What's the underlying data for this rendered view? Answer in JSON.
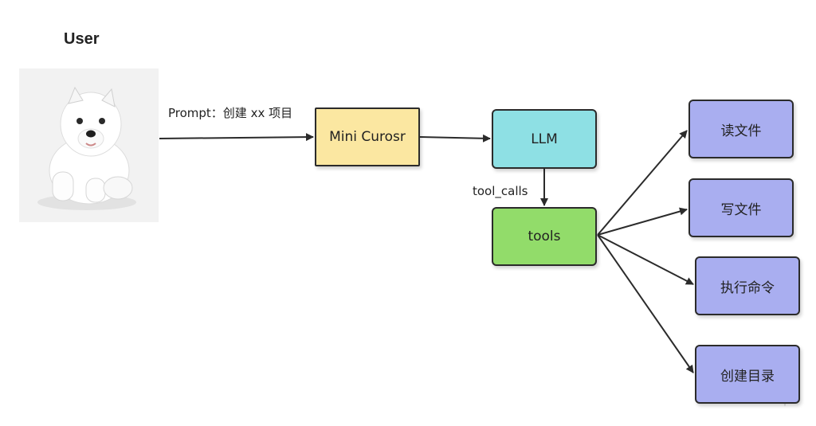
{
  "user": {
    "title": "User"
  },
  "edges": {
    "prompt_label": "Prompt：创建 xx 项目",
    "tool_calls_label": "tool_calls"
  },
  "nodes": {
    "mini_cursor": "Mini Curosr",
    "llm": "LLM",
    "tools": "tools",
    "tool_items": [
      "读文件",
      "写文件",
      "执行命令",
      "创建目录"
    ]
  },
  "colors": {
    "mini_cursor_fill": "#fbe7a1",
    "llm_fill": "#8ee0e4",
    "tools_fill": "#92dc6a",
    "tool_item_fill": "#a9aef0",
    "stroke": "#2b2b2b"
  },
  "icons": {
    "user_image": "white-puppy-photo",
    "corner_mark": "sparkle-icon"
  }
}
